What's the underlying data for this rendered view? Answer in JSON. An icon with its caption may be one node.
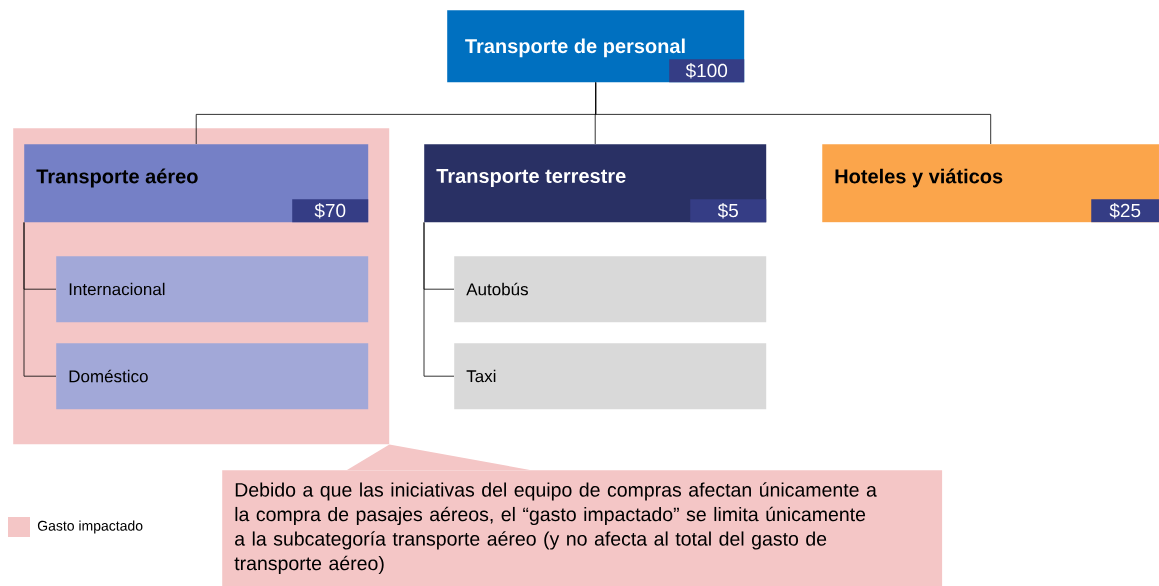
{
  "diagram": {
    "nodes": [
      {
        "text": [
          "Transporte de personal",
          "$100"
        ]
      },
      {
        "text": [],
        "shape": "box"
      },
      {
        "text": [
          "Transporte aéreo",
          "$70"
        ],
        "in": 1
      },
      {
        "text": [
          "Internacional"
        ],
        "in": 1
      },
      {
        "text": [
          "Doméstico"
        ],
        "in": 1
      },
      {
        "text": [
          "Transporte terrestre",
          "$5"
        ]
      },
      {
        "text": [
          "Autobús"
        ]
      },
      {
        "text": [
          "Taxi"
        ]
      },
      {
        "text": [
          "Hoteles y viáticos",
          "$25"
        ]
      },
      {
        "text": [
          "Debido a que las iniciativas del equipo de compras afectan únicamente a la compra de pasajes aéreos, el “gasto impactado” se limita únicamente a la subcategoría transporte aéreo (y no afecta al total del gasto de transporte aéreo)"
        ]
      }
    ],
    "edges": [
      {
        "from": 0,
        "to": 2,
        "arrow": "none"
      },
      {
        "from": 0,
        "to": 5,
        "arrow": "none"
      },
      {
        "from": 0,
        "to": 8,
        "arrow": "none"
      },
      {
        "from": 2,
        "to": 3,
        "arrow": "none"
      },
      {
        "from": 2,
        "to": 4,
        "arrow": "none"
      },
      {
        "from": 5,
        "to": 6,
        "arrow": "none"
      },
      {
        "from": 5,
        "to": 7,
        "arrow": "none"
      },
      {
        "from": 9,
        "to": 1,
        "arrow": "none"
      }
    ],
    "legend": [
      {
        "text": "Gasto impactado",
        "color": "#f4c6c6"
      }
    ]
  }
}
